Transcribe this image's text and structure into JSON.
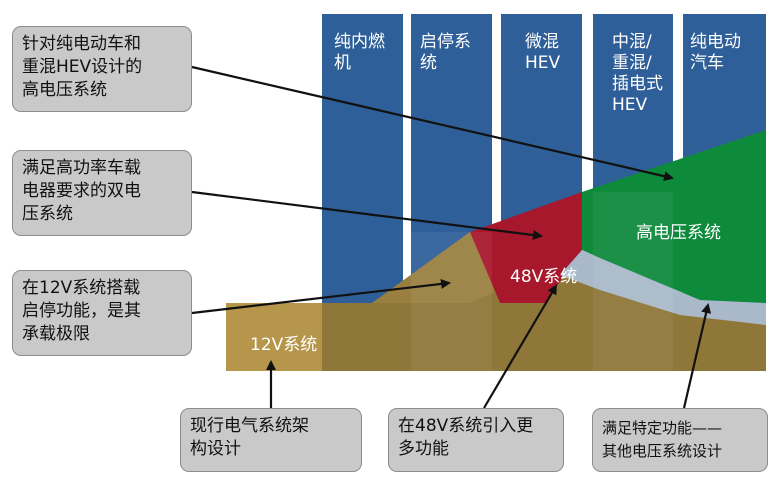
{
  "columns": [
    {
      "lines": [
        "纯内燃",
        "机"
      ]
    },
    {
      "lines": [
        "启停系",
        "统"
      ]
    },
    {
      "lines": [
        "微混",
        "HEV"
      ]
    },
    {
      "lines": [
        "中混/",
        "重混/",
        "插电式",
        "HEV"
      ]
    },
    {
      "lines": [
        "纯电动",
        "汽车"
      ]
    }
  ],
  "regions": {
    "v12": "12V系统",
    "v48": "48V系统",
    "high_voltage": "高电压系统"
  },
  "callouts": {
    "left": [
      {
        "lines": [
          "针对纯电动车和",
          "重混HEV设计的",
          "高电压系统"
        ]
      },
      {
        "lines": [
          "满足高功率车载",
          "电器要求的双电",
          "压系统"
        ]
      },
      {
        "lines": [
          "在12V系统搭载",
          "启停功能，是其",
          "承载极限"
        ]
      }
    ],
    "bottom": [
      {
        "lines": [
          "现行电气系统架",
          "构设计"
        ]
      },
      {
        "lines": [
          "在48V系统引入更",
          "多功能"
        ]
      },
      {
        "lines": [
          "满足特定功能——",
          "其他电压系统设计"
        ]
      }
    ]
  },
  "colors": {
    "column_blue": "#2f5f98",
    "olive_12v": "#8f7639",
    "olive_light": "#b5964a",
    "red_48v": "#a8182c",
    "green_hv": "#0e8a3b",
    "light_blue_band": "#a9b9c9",
    "callout_fill": "#c9c9c9"
  }
}
